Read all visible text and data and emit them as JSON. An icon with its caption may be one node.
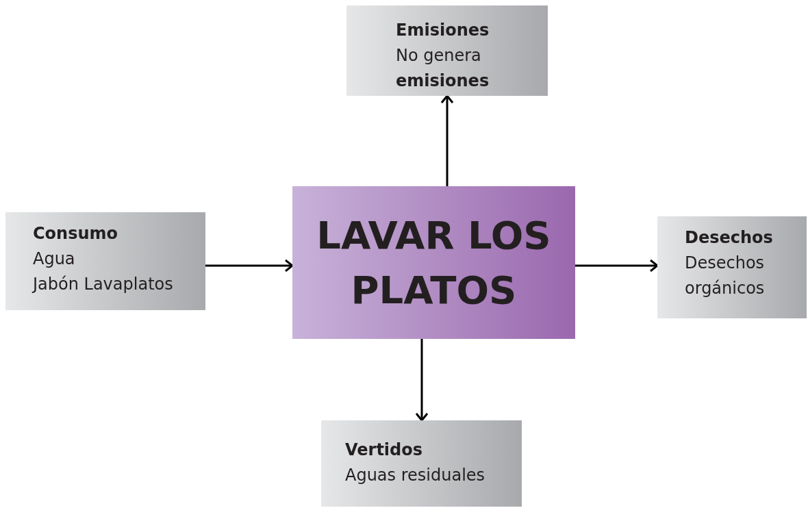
{
  "diagram": {
    "nodes": [
      {
        "text": [
          "LAVAR LOS PLATOS"
        ]
      },
      {
        "text": [
          "Emisiones",
          "No genera **emisiones**"
        ]
      },
      {
        "text": [
          "Consumo",
          "Agua",
          "Jabón Lavaplatos"
        ]
      },
      {
        "text": [
          "Desechos",
          "Desechos orgánicos"
        ]
      },
      {
        "text": [
          "Vertidos",
          "Aguas residuales"
        ]
      }
    ],
    "edges": [
      {
        "from": 2,
        "to": 0,
        "arrow": "to"
      },
      {
        "from": 0,
        "to": 3,
        "arrow": "to"
      },
      {
        "from": 0,
        "to": 1,
        "arrow": "to"
      },
      {
        "from": 0,
        "to": 4,
        "arrow": "to"
      }
    ]
  }
}
